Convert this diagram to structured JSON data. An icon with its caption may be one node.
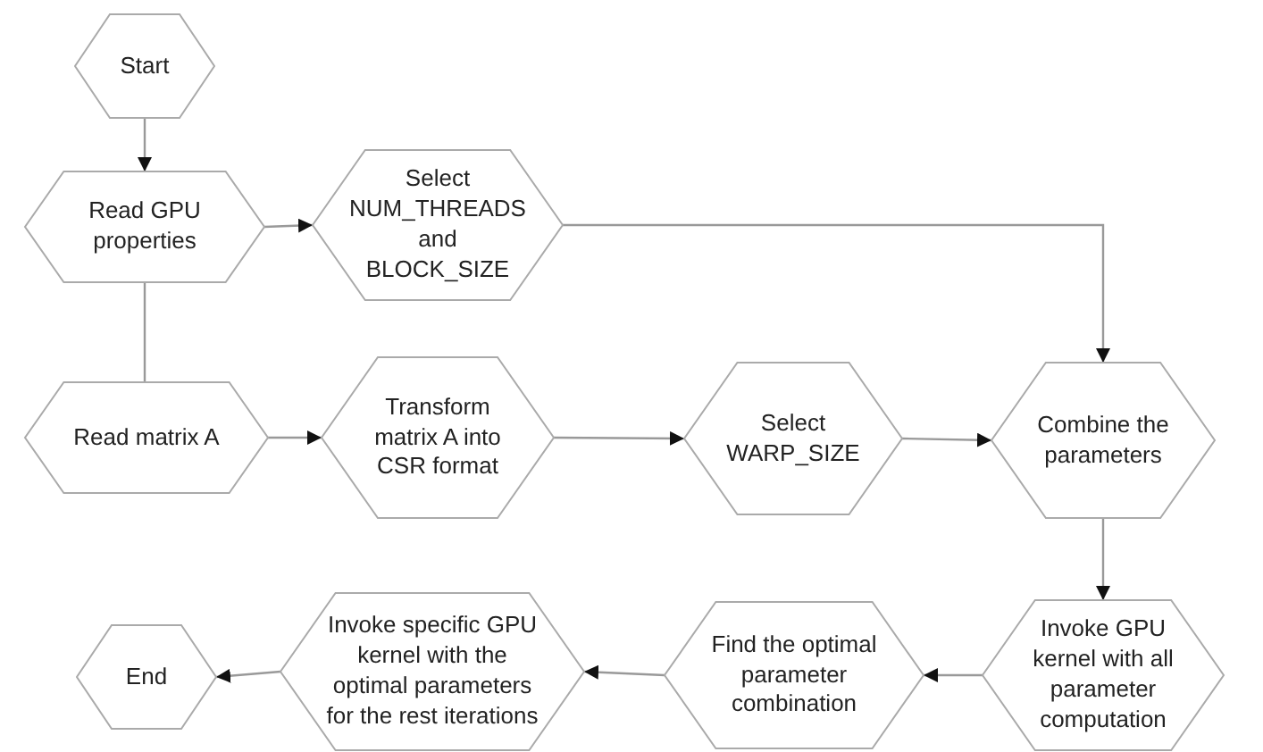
{
  "diagram": {
    "nodes": [
      {
        "text": [
          "Start"
        ]
      },
      {
        "text": [
          "Read GPU properties"
        ]
      },
      {
        "text": [
          "Select NUM_THREADS and BLOCK_SIZE"
        ]
      },
      {
        "text": [
          "Read matrix A"
        ]
      },
      {
        "text": [
          "Transform matrix A into CSR format"
        ]
      },
      {
        "text": [
          "Select WARP_SIZE"
        ]
      },
      {
        "text": [
          "Combine the parameters"
        ]
      },
      {
        "text": [
          "Invoke GPU kernel with all parameter computation"
        ]
      },
      {
        "text": [
          "Find the optimal parameter combination"
        ]
      },
      {
        "text": [
          "Invoke specific GPU kernel with the optimal parameters for the rest iterations"
        ]
      },
      {
        "text": [
          "End"
        ]
      }
    ],
    "edges": [
      {
        "from": 0,
        "to": 1,
        "arrow": "to"
      },
      {
        "from": 1,
        "to": 2,
        "arrow": "to"
      },
      {
        "from": 1,
        "to": 3,
        "arrow": "none"
      },
      {
        "from": 2,
        "to": 6,
        "arrow": "to"
      },
      {
        "from": 3,
        "to": 4,
        "arrow": "to"
      },
      {
        "from": 4,
        "to": 5,
        "arrow": "to"
      },
      {
        "from": 5,
        "to": 6,
        "arrow": "to"
      },
      {
        "from": 6,
        "to": 7,
        "arrow": "to"
      },
      {
        "from": 7,
        "to": 8,
        "arrow": "to"
      },
      {
        "from": 8,
        "to": 9,
        "arrow": "to"
      },
      {
        "from": 9,
        "to": 10,
        "arrow": "to"
      }
    ]
  }
}
